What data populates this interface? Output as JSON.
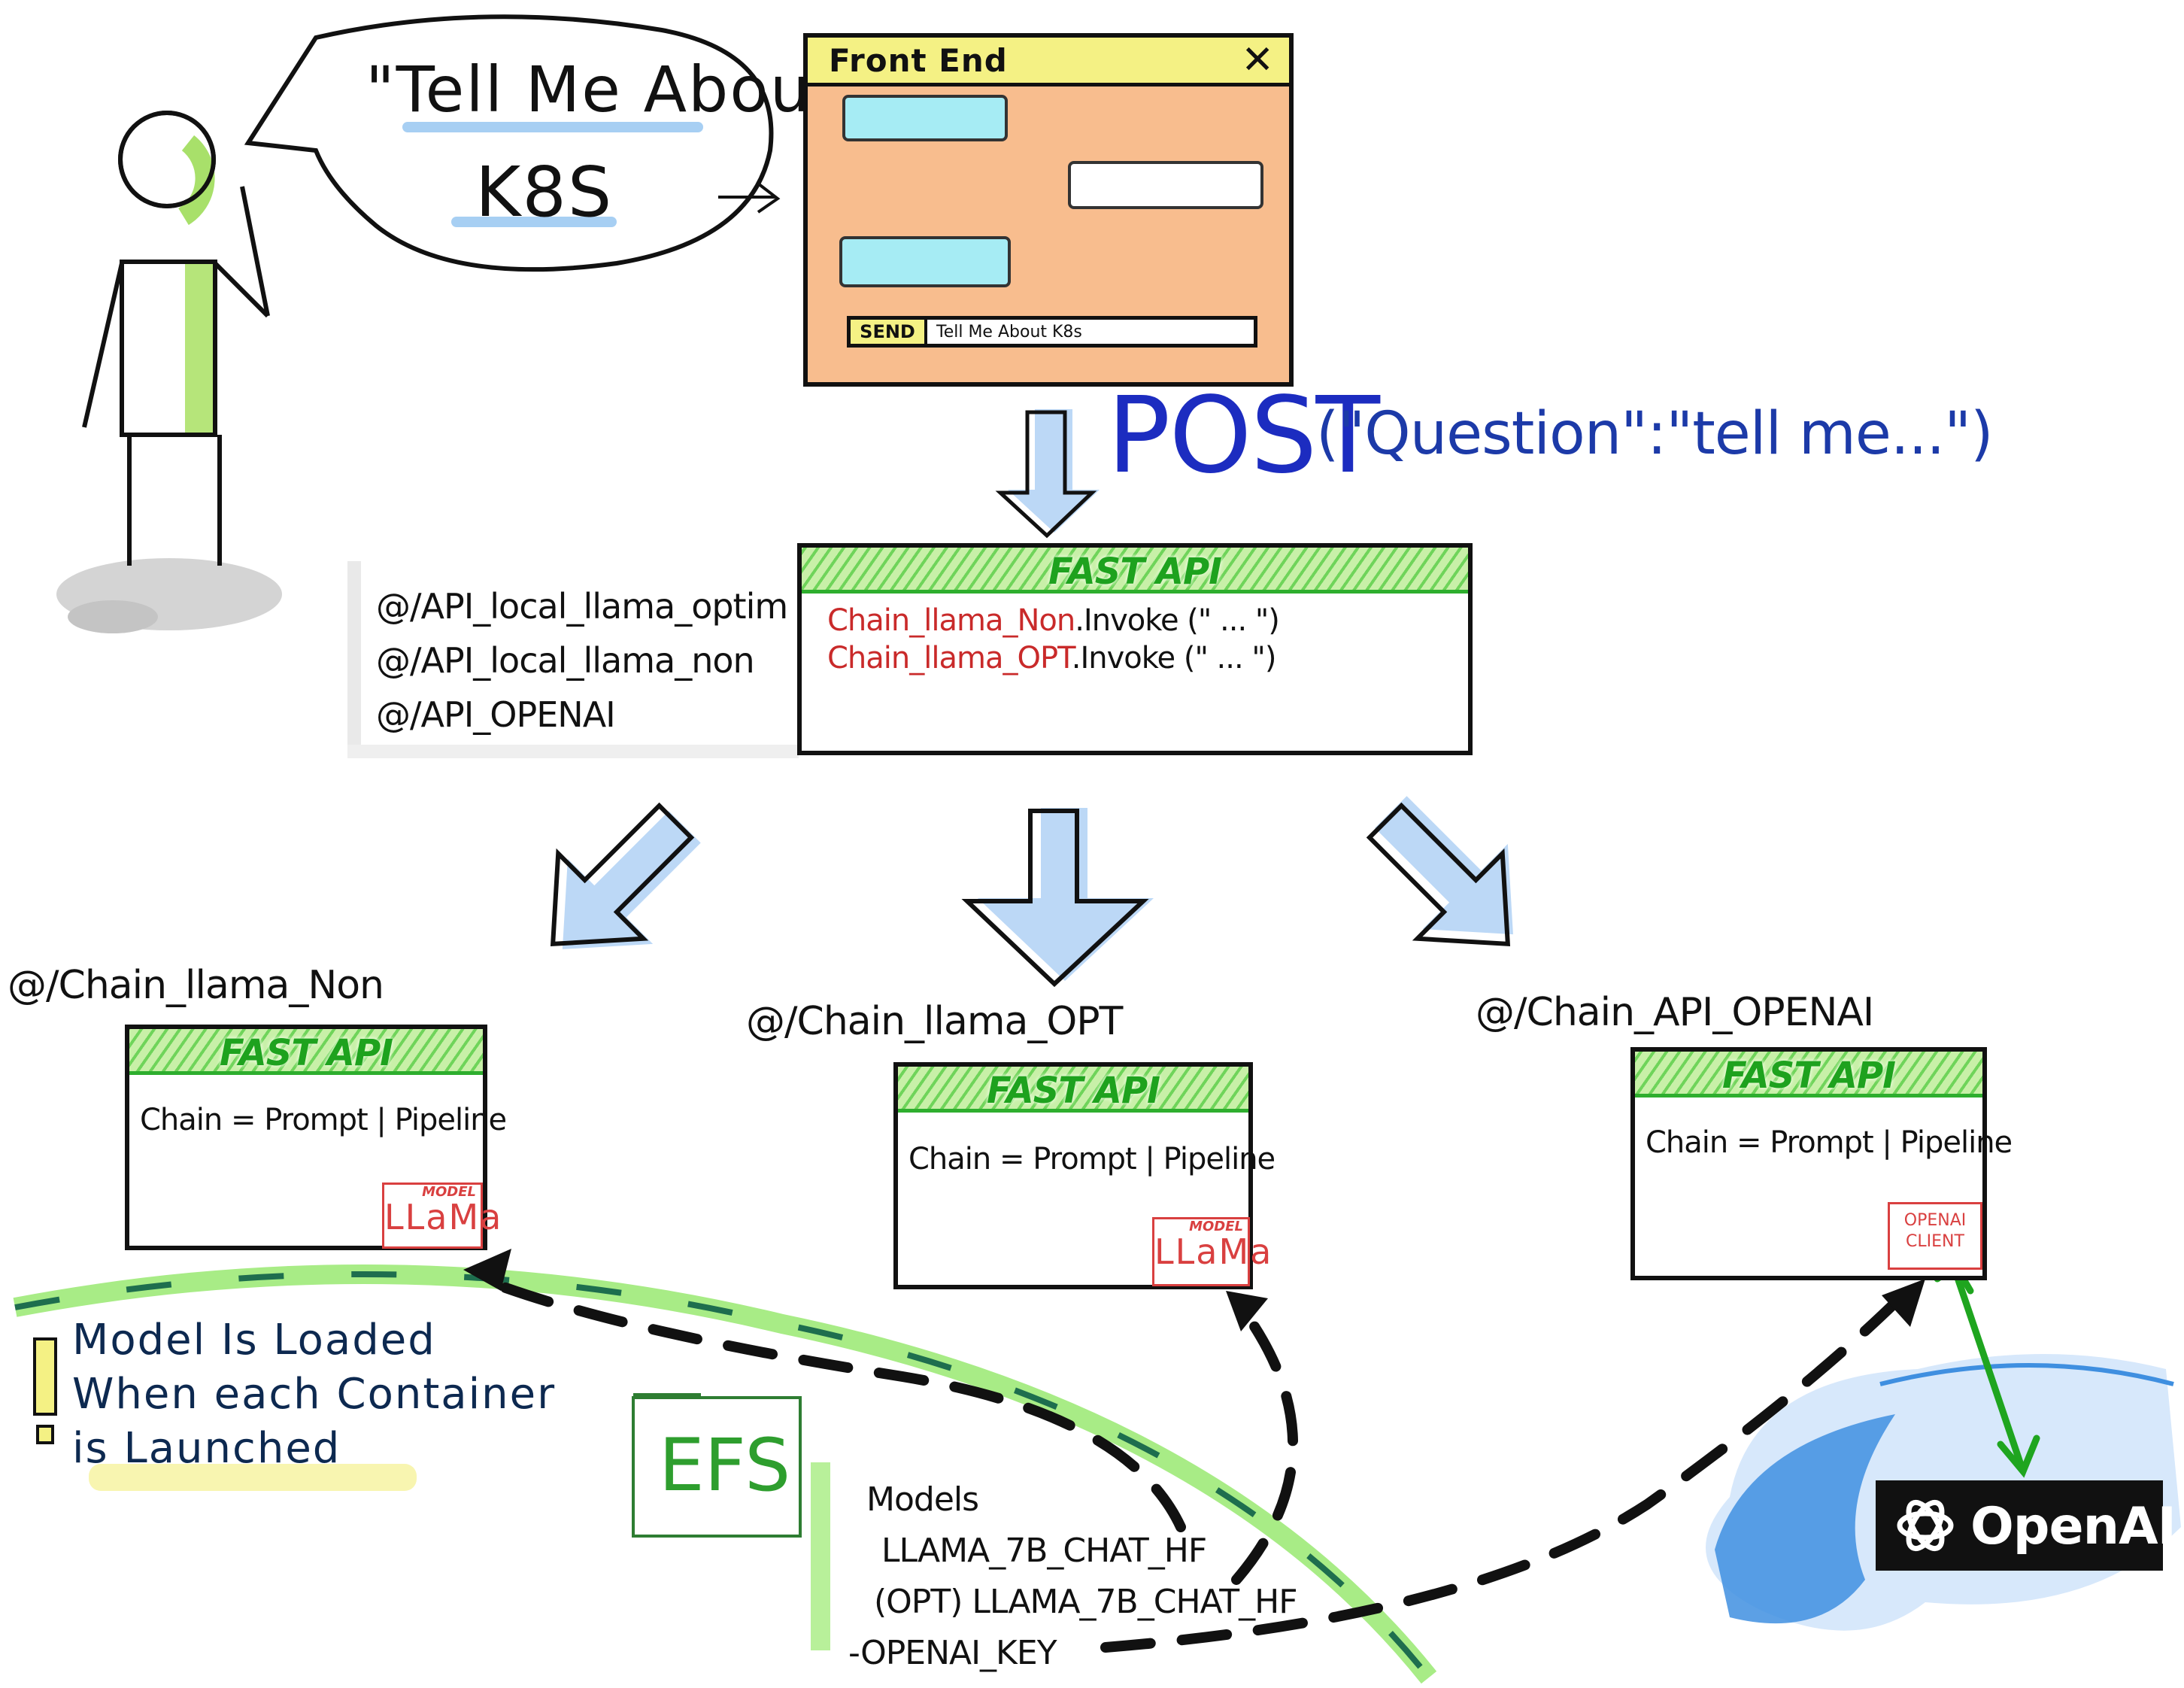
{
  "speech": {
    "line1": "\"Tell Me About",
    "line2": "K8S"
  },
  "front_end": {
    "title": "Front End",
    "close_icon": "x-icon",
    "send_label": "SEND",
    "input_text": "Tell Me About K8s"
  },
  "post": {
    "method": "POST",
    "body": "(\"Question\":\"tell me...\")"
  },
  "endpoints": [
    "@/API_local_llama_optim",
    "@/API_local_llama_non",
    "@/API_OPENAI"
  ],
  "main_api": {
    "title": "FAST API",
    "line1_chain": "Chain_llama_Non",
    "line1_call": ".Invoke (\" ... \")",
    "line2_chain": "Chain_llama_OPT",
    "line2_call": ".Invoke (\" ... \")"
  },
  "services": [
    {
      "label": "@/Chain_llama_Non",
      "title": "FAST API",
      "chain": "Chain = Prompt | Pipeline",
      "badge_top": "MODEL",
      "badge_main": "LLaMa"
    },
    {
      "label": "@/Chain_llama_OPT",
      "title": "FAST API",
      "chain": "Chain = Prompt | Pipeline",
      "badge_top": "MODEL",
      "badge_main": "LLaMa"
    },
    {
      "label": "@/Chain_API_OPENAI",
      "title": "FAST API",
      "chain": "Chain = Prompt | Pipeline",
      "badge_line1": "OPENAI",
      "badge_line2": "CLIENT"
    }
  ],
  "note": {
    "line1": "Model Is Loaded",
    "line2": "When each Container",
    "line3": "is Launched"
  },
  "efs": {
    "label": "EFS",
    "tree": [
      "Models",
      "LLAMA_7B_CHAT_HF",
      "(OPT) LLAMA_7B_CHAT_HF",
      "-OPENAI_KEY"
    ]
  },
  "openai": {
    "name": "OpenAI",
    "icon": "openai-knot-icon"
  },
  "colors": {
    "front_end_bg": "#f8bd8e",
    "title_bar": "#f4f184",
    "fastapi_green": "#1ea21e",
    "post_blue": "#1c2cc0",
    "red_text": "#c92a2a",
    "arrow_shadow": "#bcd8f6",
    "cloud_blue": "#3f8fe0",
    "efs_green": "#2e7d32"
  }
}
